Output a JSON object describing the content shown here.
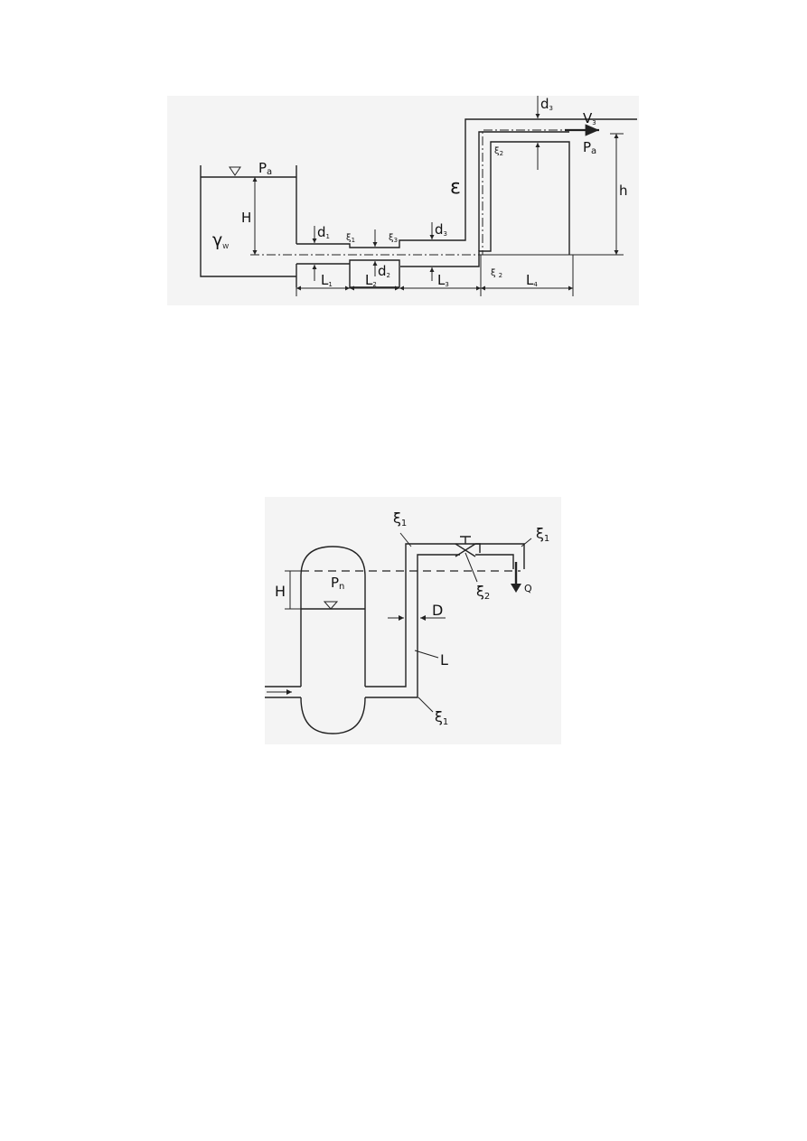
{
  "figure1": {
    "labels": {
      "pa_tank": "P",
      "pa_tank_sub": "a",
      "H": "H",
      "gamma": "γ",
      "gamma_sub": "W",
      "d1": "d",
      "d1_sub": "1",
      "d2": "d",
      "d2_sub": "2",
      "d3_mid": "d",
      "d3_mid_sub": "3",
      "d3_top": "d",
      "d3_top_sub": "3",
      "xi1": "ξ",
      "xi1_sub": "1",
      "xi3": "ξ",
      "xi3_sub": "3",
      "xi2_top": "ξ",
      "xi2_top_sub": "2",
      "xi2_bot": "ξ",
      "xi2_bot_sub": "2",
      "epsilon": "ε",
      "V3": "V",
      "V3_sub": "3",
      "pa_right": "P",
      "pa_right_sub": "a",
      "h": "h",
      "L1": "L",
      "L1_sub": "1",
      "L2": "L",
      "L2_sub": "2",
      "L3": "L",
      "L3_sub": "3",
      "L4": "L",
      "L4_sub": "4"
    }
  },
  "figure2": {
    "labels": {
      "xi1_top": "ξ",
      "xi1_top_sub": "1",
      "xi1_right": "ξ",
      "xi1_right_sub": "1",
      "xi2": "ξ",
      "xi2_sub": "2",
      "xi1_bottom": "ξ",
      "xi1_bottom_sub": "1",
      "H": "H",
      "Pn": "P",
      "Pn_sub": "n",
      "D": "D",
      "L": "L",
      "Q": "Q"
    }
  }
}
